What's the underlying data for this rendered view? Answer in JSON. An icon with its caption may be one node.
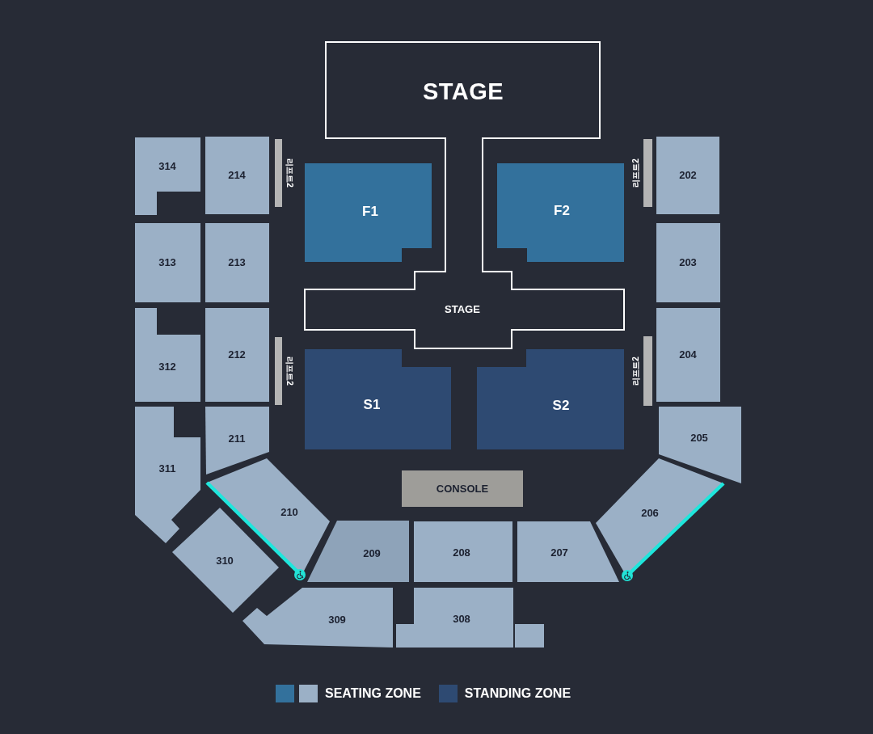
{
  "diagram": {
    "nodes": [
      {
        "text": [
          "STAGE",
          "STAGE"
        ]
      },
      {
        "text": [
          "314"
        ]
      },
      {
        "text": [
          "214"
        ]
      },
      {
        "text": [],
        "shape": "bar",
        "beside": [
          "리프트2"
        ]
      },
      {
        "text": [
          "F1"
        ]
      },
      {
        "text": [
          "F2"
        ]
      },
      {
        "text": [],
        "shape": "bar",
        "beside": [
          "리프트2"
        ]
      },
      {
        "text": [
          "202"
        ]
      },
      {
        "text": [
          "313"
        ]
      },
      {
        "text": [
          "213"
        ]
      },
      {
        "text": [
          "203"
        ]
      },
      {
        "text": [
          "312"
        ]
      },
      {
        "text": [
          "212"
        ]
      },
      {
        "text": [],
        "shape": "bar",
        "beside": [
          "리프트2"
        ]
      },
      {
        "text": [
          "S1"
        ]
      },
      {
        "text": [
          "S2"
        ]
      },
      {
        "text": [],
        "shape": "bar",
        "beside": [
          "리프트2"
        ]
      },
      {
        "text": [
          "204"
        ]
      },
      {
        "text": [
          "311"
        ]
      },
      {
        "text": [
          "211"
        ]
      },
      {
        "text": [
          "205"
        ]
      },
      {
        "text": [
          "CONSOLE"
        ]
      },
      {
        "text": [
          "210"
        ]
      },
      {
        "text": [
          "206"
        ]
      },
      {
        "text": [
          "310"
        ]
      },
      {
        "text": [
          "209"
        ]
      },
      {
        "text": [
          "208"
        ]
      },
      {
        "text": [
          "207"
        ]
      },
      {
        "text": [
          "309"
        ]
      },
      {
        "text": [
          "308"
        ]
      },
      {
        "text": [],
        "shape": "box"
      }
    ],
    "legend": [
      {
        "text": "SEATING ZONE",
        "color": "#33719c"
      },
      {
        "text": "STANDING ZONE",
        "color": "#2e4a72"
      }
    ]
  }
}
